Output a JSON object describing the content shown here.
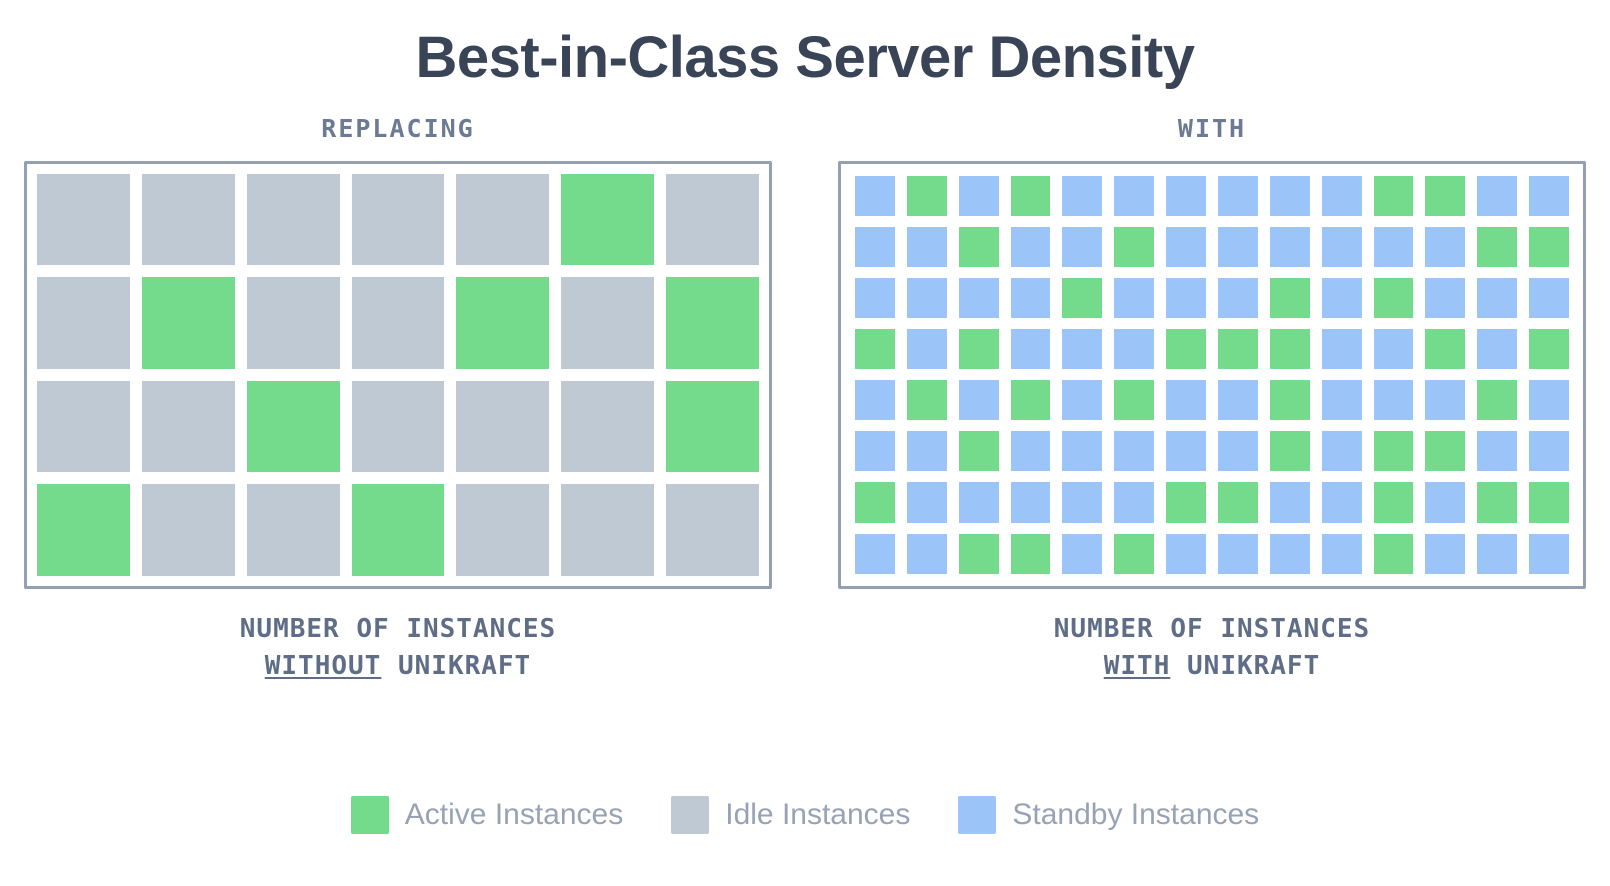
{
  "title": "Best-in-Class Server Density",
  "colors": {
    "title": "#3a4457",
    "heading": "#6c7a93",
    "caption": "#5f6d86",
    "border": "#93a0b4",
    "active": "#74da8c",
    "idle": "#bfc9d4",
    "standby": "#9bc4f8",
    "legend_text": "#97a3b4",
    "background": "#ffffff"
  },
  "left_panel": {
    "heading": "REPLACING",
    "caption_line1": "NUMBER OF INSTANCES",
    "caption_underlined_word": "WITHOUT",
    "caption_line2_rest": " UNIKRAFT",
    "columns": 7,
    "rows": 4
  },
  "right_panel": {
    "heading": "WITH",
    "caption_line1": "NUMBER OF INSTANCES",
    "caption_underlined_word": "WITH",
    "caption_line2_rest": " UNIKRAFT",
    "columns": 14,
    "rows": 8
  },
  "legend": [
    {
      "label": "Active Instances",
      "color": "#74da8c",
      "key": "active"
    },
    {
      "label": "Idle Instances",
      "color": "#bfc9d4",
      "key": "idle"
    },
    {
      "label": "Standby Instances",
      "color": "#9bc4f8",
      "key": "standby"
    }
  ],
  "chart_data": {
    "type": "heatmap",
    "title": "Best-in-Class Server Density",
    "xlabel": "",
    "ylabel": "",
    "grid": false,
    "legend_position": "bottom",
    "categories": [
      "Active Instances",
      "Idle Instances",
      "Standby Instances"
    ],
    "panels": [
      {
        "name": "without-unikraft",
        "heading": "REPLACING",
        "caption": "NUMBER OF INSTANCES WITHOUT UNIKRAFT",
        "columns": 7,
        "rows": 4,
        "total_cells": 28,
        "counts": {
          "active": 8,
          "idle": 20,
          "standby": 0
        },
        "cells": [
          [
            "idle",
            "idle",
            "idle",
            "idle",
            "idle",
            "active",
            "idle"
          ],
          [
            "idle",
            "active",
            "idle",
            "idle",
            "active",
            "idle",
            "active"
          ],
          [
            "idle",
            "idle",
            "active",
            "idle",
            "idle",
            "idle",
            "active"
          ],
          [
            "active",
            "idle",
            "idle",
            "active",
            "idle",
            "idle",
            "idle"
          ]
        ]
      },
      {
        "name": "with-unikraft",
        "heading": "WITH",
        "caption": "NUMBER OF INSTANCES WITH UNIKRAFT",
        "columns": 14,
        "rows": 8,
        "total_cells": 112,
        "counts": {
          "active": 38,
          "idle": 0,
          "standby": 74
        },
        "cells": [
          [
            "standby",
            "active",
            "standby",
            "active",
            "standby",
            "standby",
            "standby",
            "standby",
            "standby",
            "standby",
            "active",
            "active",
            "standby",
            "standby"
          ],
          [
            "standby",
            "standby",
            "active",
            "standby",
            "standby",
            "active",
            "standby",
            "standby",
            "standby",
            "standby",
            "standby",
            "standby",
            "active",
            "active"
          ],
          [
            "standby",
            "standby",
            "standby",
            "standby",
            "active",
            "standby",
            "standby",
            "standby",
            "active",
            "standby",
            "active",
            "standby",
            "standby",
            "standby"
          ],
          [
            "active",
            "standby",
            "active",
            "standby",
            "standby",
            "standby",
            "active",
            "active",
            "active",
            "standby",
            "standby",
            "active",
            "standby",
            "active"
          ],
          [
            "standby",
            "active",
            "standby",
            "active",
            "standby",
            "active",
            "standby",
            "standby",
            "active",
            "standby",
            "standby",
            "standby",
            "active",
            "standby"
          ],
          [
            "standby",
            "standby",
            "active",
            "standby",
            "standby",
            "standby",
            "standby",
            "standby",
            "active",
            "standby",
            "active",
            "active",
            "standby",
            "standby"
          ],
          [
            "active",
            "standby",
            "standby",
            "standby",
            "standby",
            "standby",
            "active",
            "active",
            "standby",
            "standby",
            "active",
            "standby",
            "active",
            "active"
          ],
          [
            "standby",
            "standby",
            "active",
            "active",
            "standby",
            "active",
            "standby",
            "standby",
            "standby",
            "standby",
            "active",
            "standby",
            "standby",
            "standby"
          ]
        ]
      }
    ]
  }
}
